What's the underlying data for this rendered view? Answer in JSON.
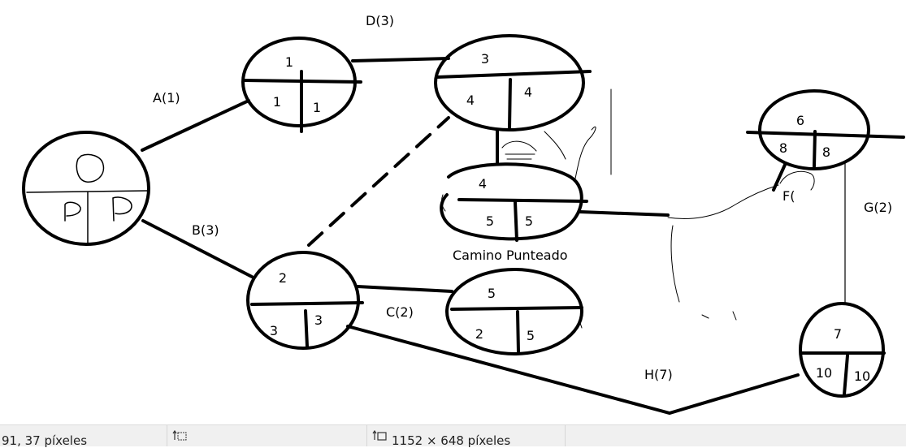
{
  "diagram": {
    "nodes": [
      {
        "id": "start",
        "top": "",
        "left": "",
        "right": ""
      },
      {
        "id": "n1",
        "top": "1",
        "left": "1",
        "right": "1"
      },
      {
        "id": "n2",
        "top": "2",
        "left": "3",
        "right": "3"
      },
      {
        "id": "n3",
        "top": "3",
        "left": "4",
        "right": "4"
      },
      {
        "id": "n4",
        "top": "4",
        "left": "5",
        "right": "5"
      },
      {
        "id": "n5",
        "top": "5",
        "left": "2",
        "right": "5"
      },
      {
        "id": "n6",
        "top": "6",
        "left": "8",
        "right": "8"
      },
      {
        "id": "n7",
        "top": "7",
        "left": "10",
        "right": "10"
      }
    ],
    "activities": {
      "a": "A(1)",
      "b": "B(3)",
      "c": "C(2)",
      "d": "D(3)",
      "f": "F(",
      "g": "G(2)",
      "h": "H(7)"
    },
    "dashed_label": "Camino Punteado"
  },
  "statusbar": {
    "cursor": "91, 37 píxeles",
    "dimensions": "1152 × 648 píxeles"
  }
}
